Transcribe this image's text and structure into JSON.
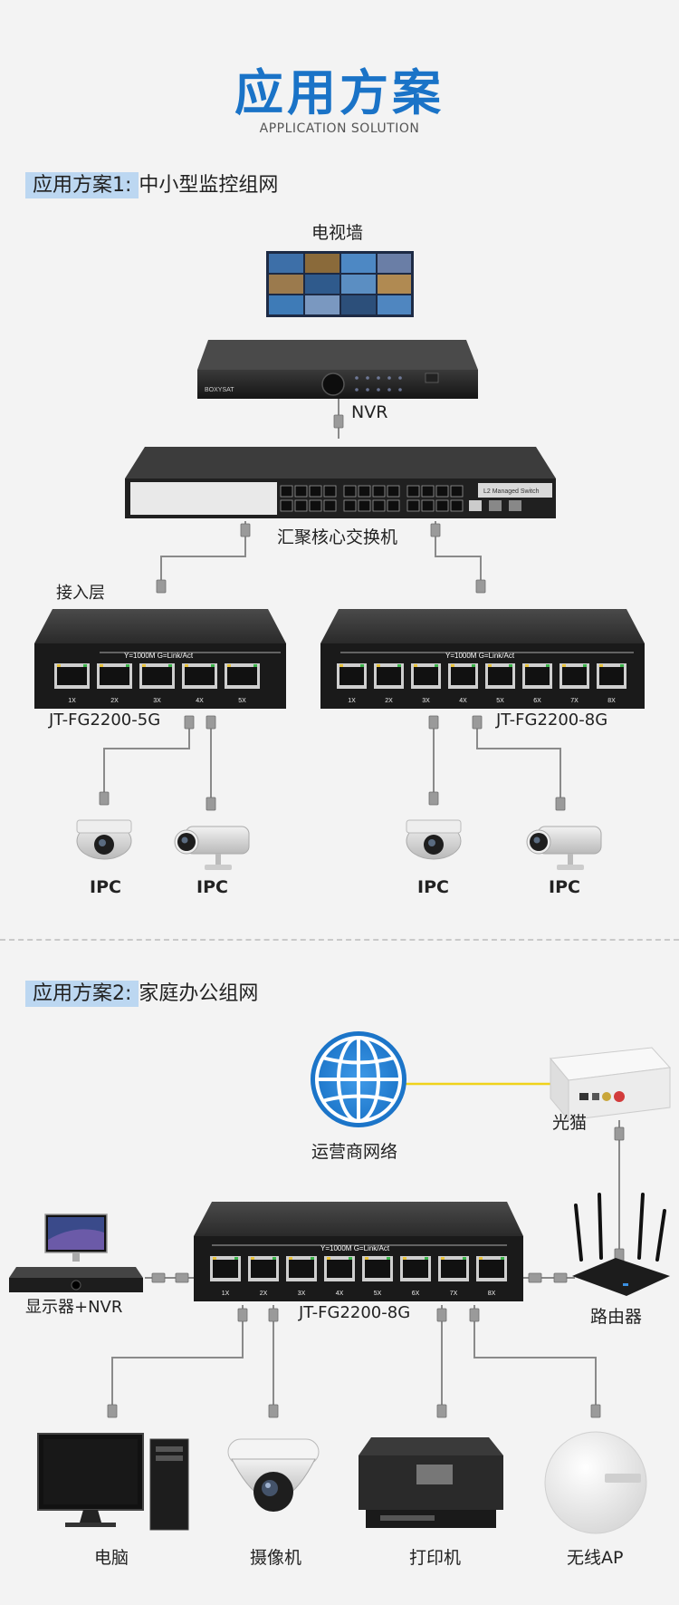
{
  "header": {
    "title": "应用方案",
    "subtitle": "APPLICATION SOLUTION"
  },
  "scheme1": {
    "badge": "应用方案1:",
    "name": "中小型监控组网",
    "tv_wall": "电视墙",
    "nvr": "NVR",
    "core_switch": "汇聚核心交换机",
    "access_layer": "接入层",
    "switch_a": {
      "model": "JT-FG2200-5G",
      "top": "Y=1000M  G=Link/Act",
      "ports": [
        "1X",
        "2X",
        "3X",
        "4X",
        "5X"
      ]
    },
    "switch_b": {
      "model": "JT-FG2200-8G",
      "top": "Y=1000M  G=Link/Act",
      "ports": [
        "1X",
        "2X",
        "3X",
        "4X",
        "5X",
        "6X",
        "7X",
        "8X"
      ]
    },
    "ipc": [
      "IPC",
      "IPC",
      "IPC",
      "IPC"
    ],
    "core_brand": "L2 Managed Switch",
    "nvr_brand": "BOXYSAT"
  },
  "scheme2": {
    "badge": "应用方案2:",
    "name": "家庭办公组网",
    "isp": "运营商网络",
    "modem": "光猫",
    "monitor_nvr": "显示器+NVR",
    "router": "路由器",
    "switch": {
      "model": "JT-FG2200-8G",
      "top": "Y=1000M  G=Link/Act",
      "ports": [
        "1X",
        "2X",
        "3X",
        "4X",
        "5X",
        "6X",
        "7X",
        "8X"
      ]
    },
    "devices": [
      "电脑",
      "摄像机",
      "打印机",
      "无线AP"
    ]
  },
  "colors": {
    "accent": "#1a73c7",
    "highlight": "#bcd7f1",
    "cable": "#8a8a8a",
    "fiber": "#f0d21a"
  }
}
